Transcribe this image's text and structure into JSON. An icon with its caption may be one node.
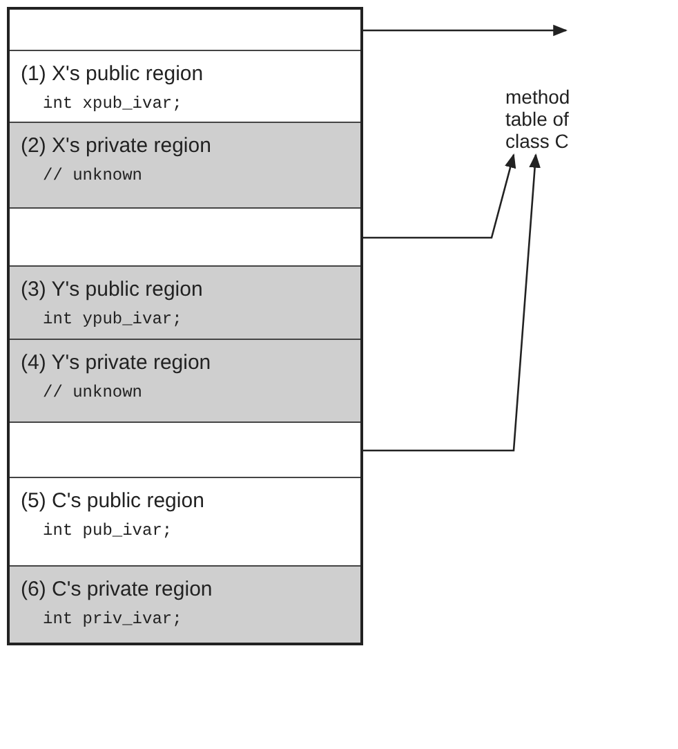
{
  "diagram": {
    "nodes": [
      {
        "text": [],
        "shape": "box"
      },
      {
        "text": [],
        "shape": "box",
        "in": 0
      },
      {
        "text": [
          "(1) X's public region",
          "int xpub_ivar;"
        ],
        "in": 0
      },
      {
        "text": [
          "(2) X's private region",
          "// unknown"
        ],
        "in": 0
      },
      {
        "text": [],
        "shape": "box",
        "in": 0
      },
      {
        "text": [
          "(3) Y's public region",
          "int ypub_ivar;"
        ],
        "in": 0
      },
      {
        "text": [
          "(4) Y's private region",
          "// unknown"
        ],
        "in": 0
      },
      {
        "text": [],
        "shape": "box",
        "in": 0
      },
      {
        "text": [
          "(5) C's public region",
          "int pub_ivar;"
        ],
        "in": 0
      },
      {
        "text": [
          "(6) C's private region",
          "int priv_ivar;"
        ],
        "in": 0
      },
      {
        "text": [
          "method table of class C"
        ]
      }
    ],
    "edges": [
      {
        "from": 1,
        "to": null,
        "arrow": "to"
      },
      {
        "from": 4,
        "to": 10,
        "arrow": "to"
      },
      {
        "from": 7,
        "to": 10,
        "arrow": "to"
      }
    ]
  }
}
